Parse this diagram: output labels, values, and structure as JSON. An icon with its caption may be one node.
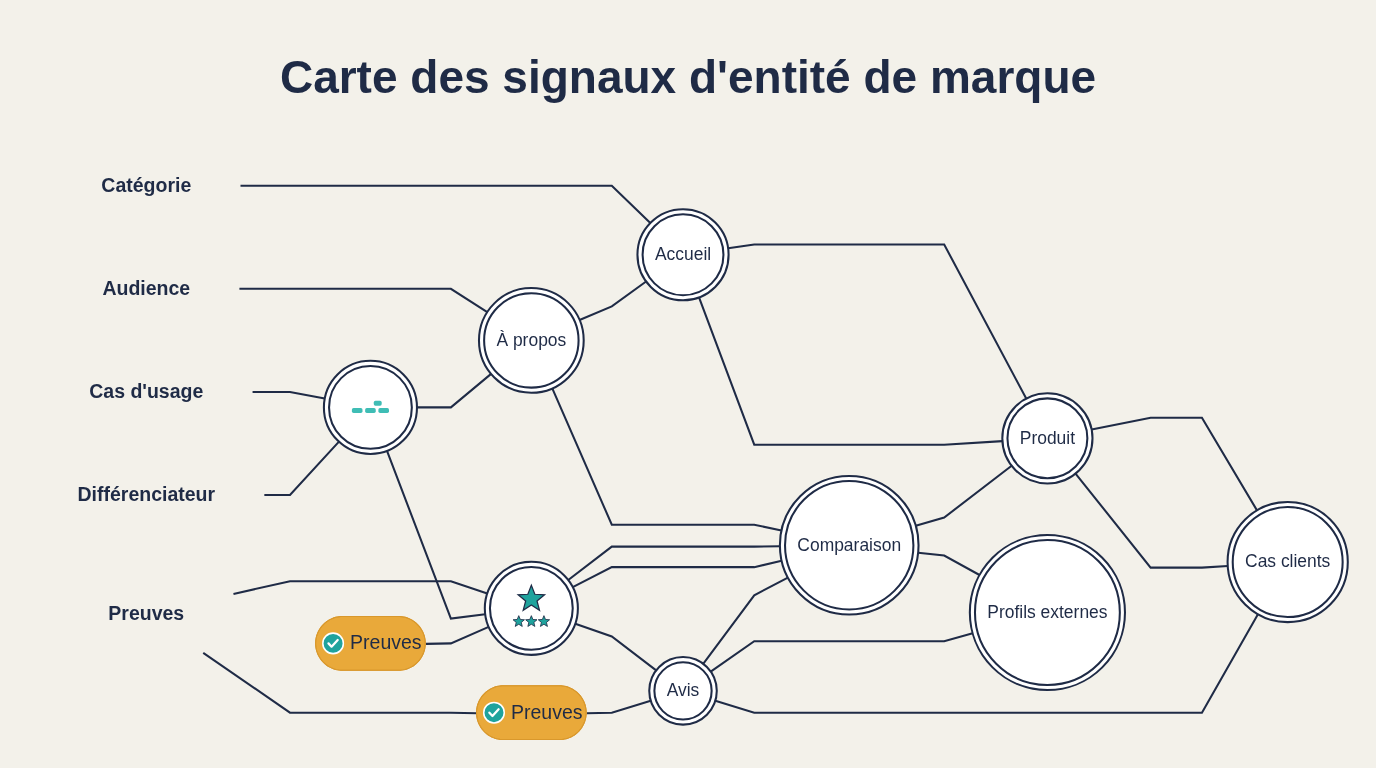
{
  "diagram": {
    "title": "Carte des signaux d'entité de marque",
    "nodes": [
      {
        "text": [
          "Catégorie"
        ]
      },
      {
        "text": [
          "Audience"
        ]
      },
      {
        "text": [
          "Cas d'usage"
        ]
      },
      {
        "text": [
          "Différenciateur"
        ]
      },
      {
        "text": [
          "Preuves"
        ]
      },
      {
        "text": [
          "Accueil"
        ]
      },
      {
        "text": [
          "À propos"
        ]
      },
      {
        "text": [],
        "shape": "circle"
      },
      {
        "text": [
          "Produit"
        ]
      },
      {
        "text": [
          "Comparaison"
        ]
      },
      {
        "text": [
          "Cas clients"
        ]
      },
      {
        "text": [],
        "shape": "circle"
      },
      {
        "text": [
          "Preuves"
        ]
      },
      {
        "text": [
          "Avis"
        ]
      },
      {
        "text": [
          "Profils externes"
        ]
      },
      {
        "text": [
          "Preuves"
        ]
      }
    ],
    "edges": [
      {
        "from": 0,
        "to": 5,
        "arrow": "none"
      },
      {
        "from": 1,
        "to": 6,
        "arrow": "none"
      },
      {
        "from": 2,
        "to": 7,
        "arrow": "none"
      },
      {
        "from": 3,
        "to": 7,
        "arrow": "none"
      },
      {
        "from": 4,
        "to": 11,
        "arrow": "none"
      },
      {
        "from": 4,
        "to": 15,
        "arrow": "none"
      },
      {
        "from": 6,
        "to": 5,
        "arrow": "none"
      },
      {
        "from": 5,
        "to": 8,
        "arrow": "none"
      },
      {
        "from": 5,
        "to": 8,
        "arrow": "none"
      },
      {
        "from": 6,
        "to": 9,
        "arrow": "none"
      },
      {
        "from": 7,
        "to": 6,
        "arrow": "none"
      },
      {
        "from": 7,
        "to": 11,
        "arrow": "none"
      },
      {
        "from": 9,
        "to": 8,
        "arrow": "none"
      },
      {
        "from": 8,
        "to": 10,
        "arrow": "none"
      },
      {
        "from": 8,
        "to": 10,
        "arrow": "none"
      },
      {
        "from": 11,
        "to": 9,
        "arrow": "none"
      },
      {
        "from": 11,
        "to": 9,
        "arrow": "none"
      },
      {
        "from": 13,
        "to": 9,
        "arrow": "none"
      },
      {
        "from": 11,
        "to": 13,
        "arrow": "none"
      },
      {
        "from": 12,
        "to": 11,
        "arrow": "none"
      },
      {
        "from": 9,
        "to": 14,
        "arrow": "none"
      },
      {
        "from": 13,
        "to": 10,
        "arrow": "none"
      },
      {
        "from": 13,
        "to": 14,
        "arrow": "none"
      },
      {
        "from": 15,
        "to": 13,
        "arrow": "none"
      }
    ]
  }
}
